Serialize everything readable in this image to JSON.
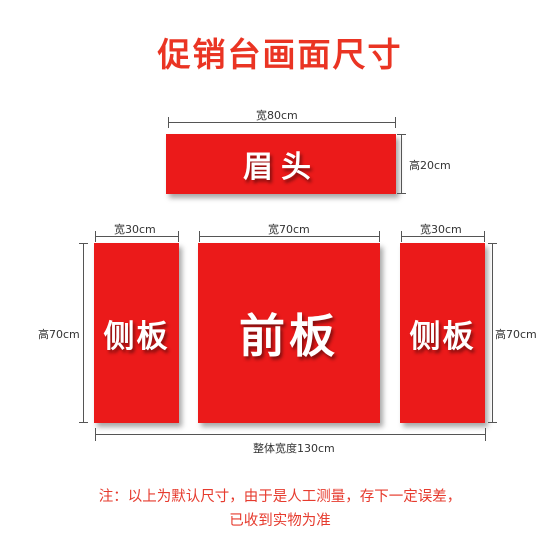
{
  "title": "促销台画面尺寸",
  "panels": {
    "header": {
      "label": "眉头",
      "width": "宽80cm",
      "height": "高20cm"
    },
    "left_side": {
      "label": "侧板",
      "width": "宽30cm",
      "height": "高70cm"
    },
    "front": {
      "label": "前板",
      "width": "宽70cm"
    },
    "right_side": {
      "label": "侧板",
      "width": "宽30cm",
      "height": "高70cm"
    }
  },
  "overall_width": "整体宽度130cm",
  "note": {
    "line1": "注：以上为默认尺寸，由于是人工测量，存下一定误差，",
    "line2": "已收到实物为准"
  },
  "colors": {
    "panel_red": "#eb1a1a",
    "title_red": "#ea3423",
    "note_red": "#e63b2e"
  }
}
